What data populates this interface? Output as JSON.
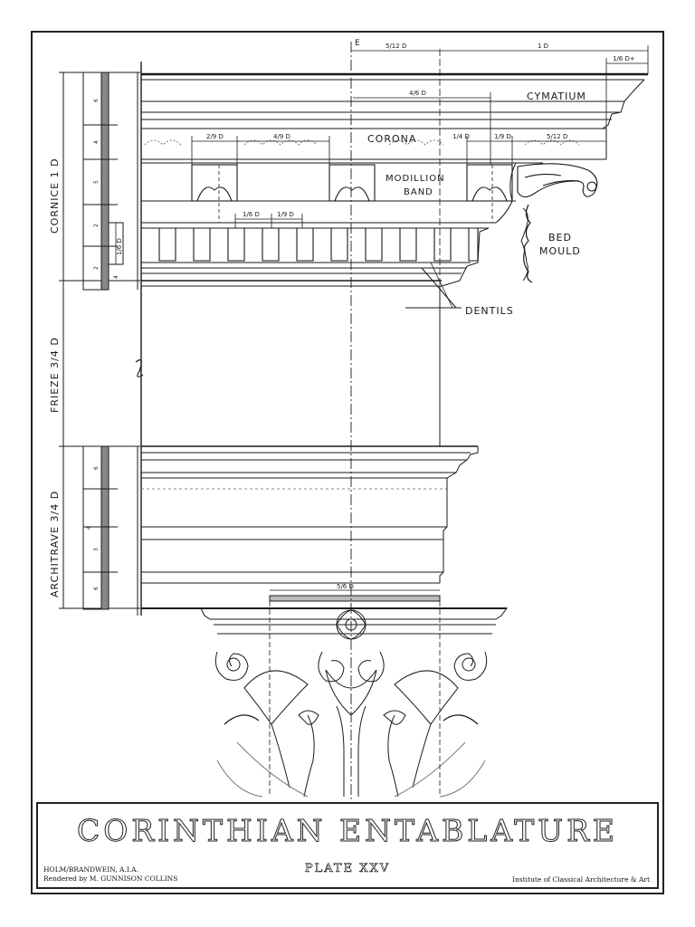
{
  "plate": {
    "title": "CORINTHIAN ENTABLATURE",
    "plate_number": "PLATE  XXV",
    "author": "HOLM/BRANDWEIN, A.I.A.",
    "renderer": "Rendered by M. GUNNISON COLLINS",
    "institute": "Institute of Classical Architecture & Art"
  },
  "sections": {
    "cornice": "CORNICE 1 D",
    "frieze": "FRIEZE 3/4 D",
    "architrave": "ARCHITRAVE 3/4 D"
  },
  "labels": {
    "cymatium": "CYMATIUM",
    "corona": "CORONA",
    "modillion_band_1": "MODILLION",
    "modillion_band_2": "BAND",
    "bed_mould_1": "BED",
    "bed_mould_2": "MOULD",
    "dentils": "DENTILS",
    "axis": "E"
  },
  "dimensions": {
    "d_5_12_top": "5/12 D",
    "d_1_top": "1 D",
    "d_1_6_plus": "1/6 D+",
    "d_4_6": "4/6 D",
    "d_2_9": "2/9 D",
    "d_4_9": "4/9 D",
    "d_1_4": "1/4 D",
    "d_1_9_right": "1/9 D",
    "d_5_12_right": "5/12 D",
    "d_1_6_dentil": "1/6 D",
    "d_1_9_dentil": "1/9 D",
    "d_1_6_side": "1/6 D",
    "d_5_6": "5/6 D"
  },
  "ruler": {
    "cornice_parts": [
      "6",
      "4",
      "5",
      "2",
      "2"
    ],
    "cornice_sub": "4",
    "architrave_parts": [
      "6",
      "4",
      "3",
      "6"
    ]
  }
}
